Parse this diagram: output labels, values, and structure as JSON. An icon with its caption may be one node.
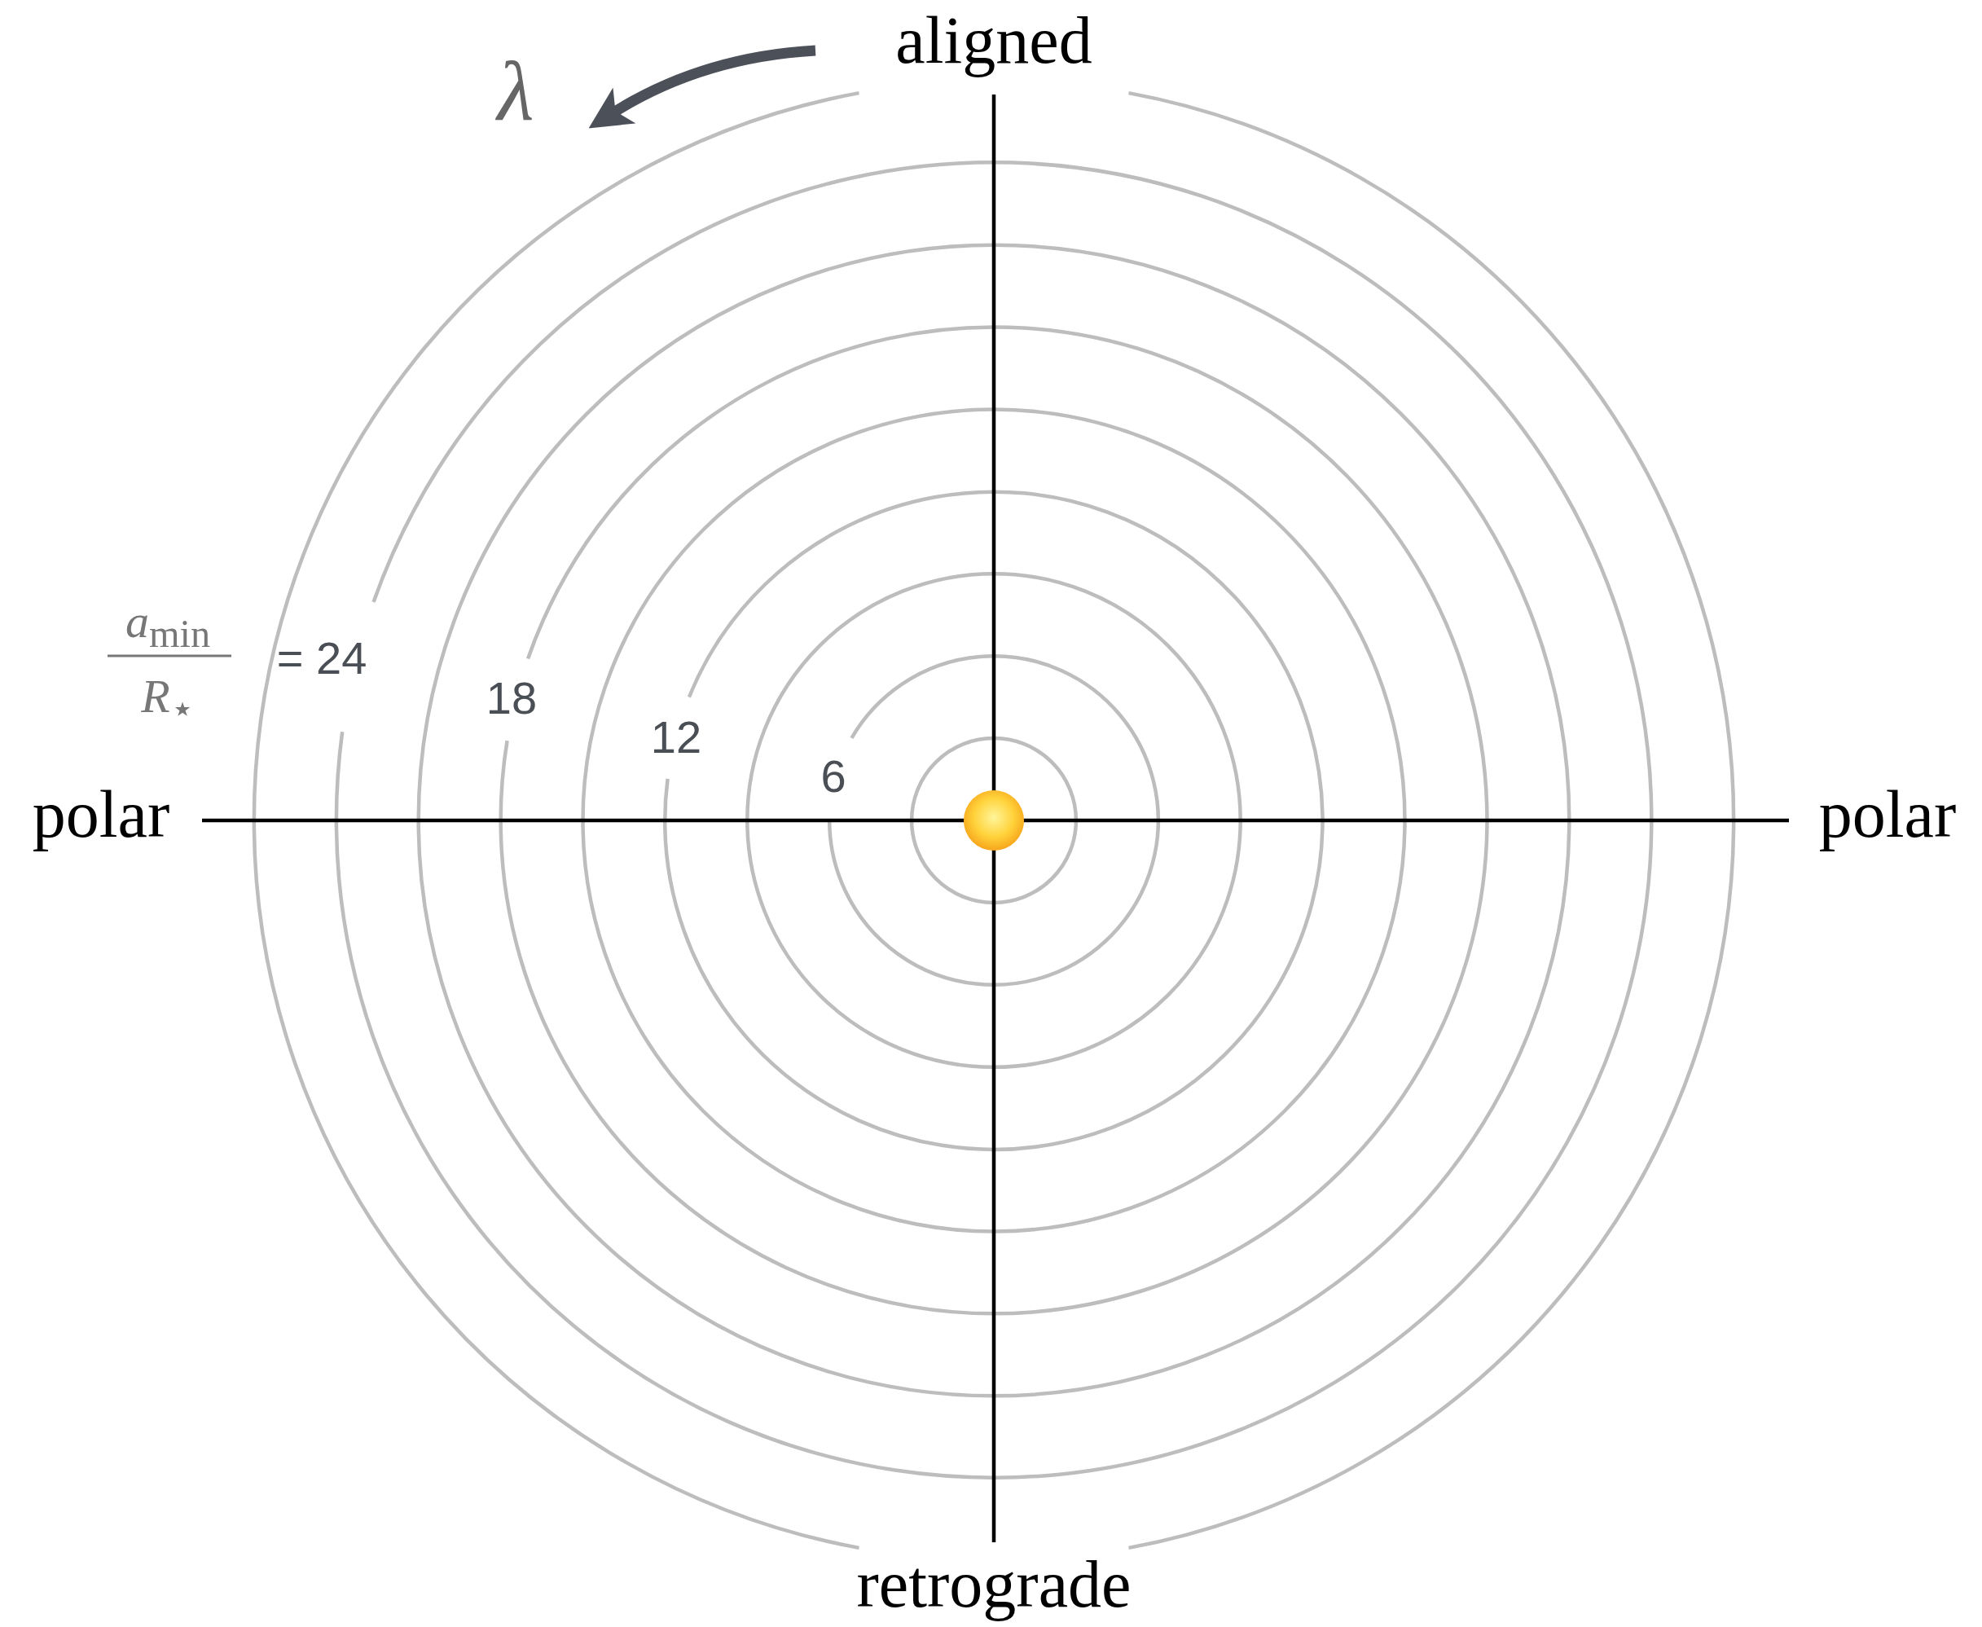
{
  "diagram": {
    "labels": [
      "λ",
      "aligned",
      "*a*$_{min}$",
      "*R*$_{⋆}$",
      "= 24",
      "18",
      "12",
      "6",
      "polar",
      "polar",
      "retrograde"
    ]
  }
}
